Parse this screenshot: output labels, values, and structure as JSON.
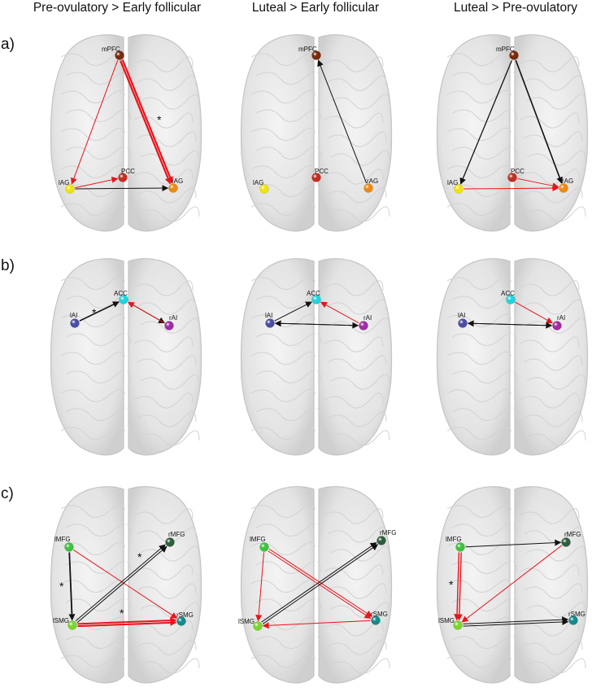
{
  "columns": [
    "Pre-ovulatory > Early follicular",
    "Luteal > Early follicular",
    "Luteal > Pre-ovulatory"
  ],
  "row_labels": [
    "a)",
    "b)",
    "c)"
  ],
  "edge_colors": {
    "black": "#111111",
    "red": "#e8141b"
  },
  "significance_marker": "*",
  "rows": [
    {
      "label": "a)",
      "nodes": [
        {
          "id": "mPFC",
          "label": "mPFC",
          "color": "#7a2a0d"
        },
        {
          "id": "PCC",
          "label": "PCC",
          "color": "#c62e22"
        },
        {
          "id": "lAG",
          "label": "lAG",
          "color": "#f2e30d"
        },
        {
          "id": "rAG",
          "label": "rAG",
          "color": "#ee8a12"
        }
      ],
      "panels": [
        {
          "edges": [
            {
              "from": "mPFC",
              "to": "lAG",
              "color": "red",
              "weight": 1
            },
            {
              "from": "mPFC",
              "to": "rAG",
              "color": "red",
              "weight": 2.2,
              "double": true,
              "star": true
            },
            {
              "from": "lAG",
              "to": "PCC",
              "color": "red",
              "weight": 1
            },
            {
              "from": "lAG",
              "to": "rAG",
              "color": "black",
              "weight": 1
            }
          ]
        },
        {
          "edges": [
            {
              "from": "rAG",
              "to": "mPFC",
              "color": "black",
              "weight": 1
            }
          ]
        },
        {
          "edges": [
            {
              "from": "mPFC",
              "to": "lAG",
              "color": "black",
              "weight": 1.3
            },
            {
              "from": "mPFC",
              "to": "rAG",
              "color": "black",
              "weight": 1.6
            },
            {
              "from": "lAG",
              "to": "rAG",
              "color": "red",
              "weight": 1
            },
            {
              "from": "PCC",
              "to": "rAG",
              "color": "red",
              "weight": 1
            }
          ]
        }
      ]
    },
    {
      "label": "b)",
      "nodes": [
        {
          "id": "ACC",
          "label": "ACC",
          "color": "#1fd5df"
        },
        {
          "id": "lAI",
          "label": "lAI",
          "color": "#4a4ea3"
        },
        {
          "id": "rAI",
          "label": "rAI",
          "color": "#a12ca6"
        }
      ],
      "panels": [
        {
          "edges": [
            {
              "from": "lAI",
              "to": "ACC",
              "color": "black",
              "weight": 1.6,
              "star": true
            },
            {
              "from": "ACC",
              "to": "rAI",
              "color": "black",
              "weight": 1
            },
            {
              "from": "rAI",
              "to": "ACC",
              "color": "red",
              "weight": 1
            }
          ]
        },
        {
          "edges": [
            {
              "from": "lAI",
              "to": "ACC",
              "color": "black",
              "weight": 1
            },
            {
              "from": "rAI",
              "to": "ACC",
              "color": "red",
              "weight": 1
            },
            {
              "from": "lAI",
              "to": "rAI",
              "color": "black",
              "weight": 1
            },
            {
              "from": "rAI",
              "to": "lAI",
              "color": "black",
              "weight": 1
            }
          ]
        },
        {
          "edges": [
            {
              "from": "ACC",
              "to": "rAI",
              "color": "red",
              "weight": 1
            },
            {
              "from": "lAI",
              "to": "rAI",
              "color": "black",
              "weight": 1
            },
            {
              "from": "rAI",
              "to": "lAI",
              "color": "black",
              "weight": 1
            }
          ]
        }
      ]
    },
    {
      "label": "c)",
      "nodes": [
        {
          "id": "lMFG",
          "label": "lMFG",
          "color": "#3fc33f"
        },
        {
          "id": "rMFG",
          "label": "rMFG",
          "color": "#2f5e3c"
        },
        {
          "id": "lSMG",
          "label": "lSMG",
          "color": "#7ad62c"
        },
        {
          "id": "rSMG",
          "label": "rSMG",
          "color": "#158a8c"
        }
      ],
      "panels": [
        {
          "edges": [
            {
              "from": "lMFG",
              "to": "lSMG",
              "color": "black",
              "weight": 1.8,
              "star": true
            },
            {
              "from": "lMFG",
              "to": "rSMG",
              "color": "red",
              "weight": 1
            },
            {
              "from": "lSMG",
              "to": "rMFG",
              "color": "black",
              "weight": 1,
              "double": true,
              "star": true
            },
            {
              "from": "lSMG",
              "to": "rSMG",
              "color": "red",
              "weight": 2,
              "double": true,
              "star": true
            }
          ]
        },
        {
          "edges": [
            {
              "from": "lMFG",
              "to": "lSMG",
              "color": "red",
              "weight": 1
            },
            {
              "from": "lMFG",
              "to": "rSMG",
              "color": "red",
              "weight": 1,
              "double": true
            },
            {
              "from": "rSMG",
              "to": "lSMG",
              "color": "red",
              "weight": 1
            },
            {
              "from": "lSMG",
              "to": "rMFG",
              "color": "black",
              "weight": 1,
              "double": true
            }
          ]
        },
        {
          "edges": [
            {
              "from": "lMFG",
              "to": "lSMG",
              "color": "red",
              "weight": 1.4,
              "double": true,
              "star": true
            },
            {
              "from": "lMFG",
              "to": "rMFG",
              "color": "black",
              "weight": 1
            },
            {
              "from": "rMFG",
              "to": "lSMG",
              "color": "red",
              "weight": 1
            },
            {
              "from": "lSMG",
              "to": "rSMG",
              "color": "black",
              "weight": 1,
              "double": true
            }
          ]
        }
      ]
    }
  ]
}
